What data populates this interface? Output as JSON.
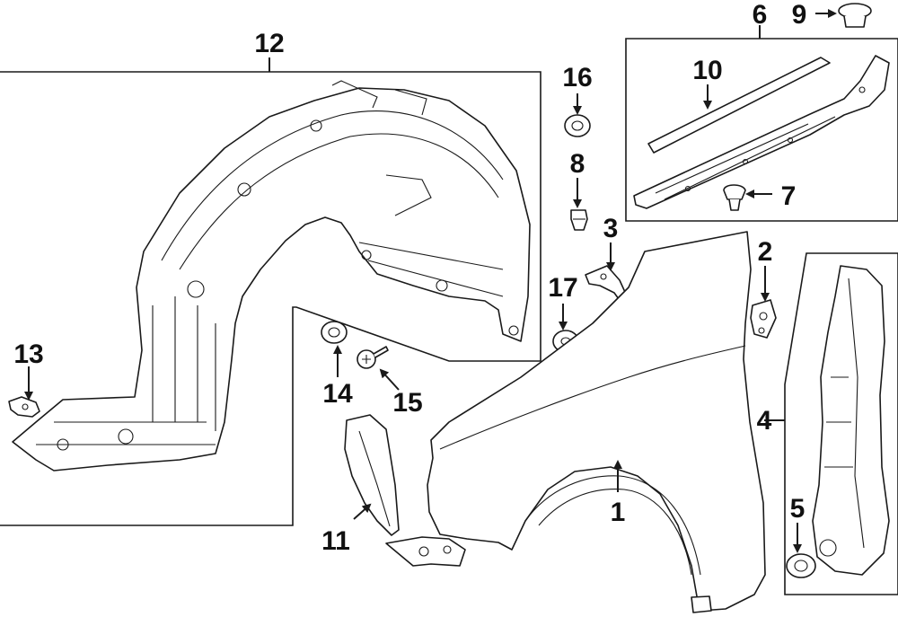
{
  "callouts": {
    "c1": "1",
    "c2": "2",
    "c3": "3",
    "c4": "4",
    "c5": "5",
    "c6": "6",
    "c7": "7",
    "c8": "8",
    "c9": "9",
    "c10": "10",
    "c11": "11",
    "c12": "12",
    "c13": "13",
    "c14": "14",
    "c15": "15",
    "c16": "16",
    "c17": "17"
  },
  "colors": {
    "ink": "#1a1a1a",
    "background": "#ffffff"
  }
}
